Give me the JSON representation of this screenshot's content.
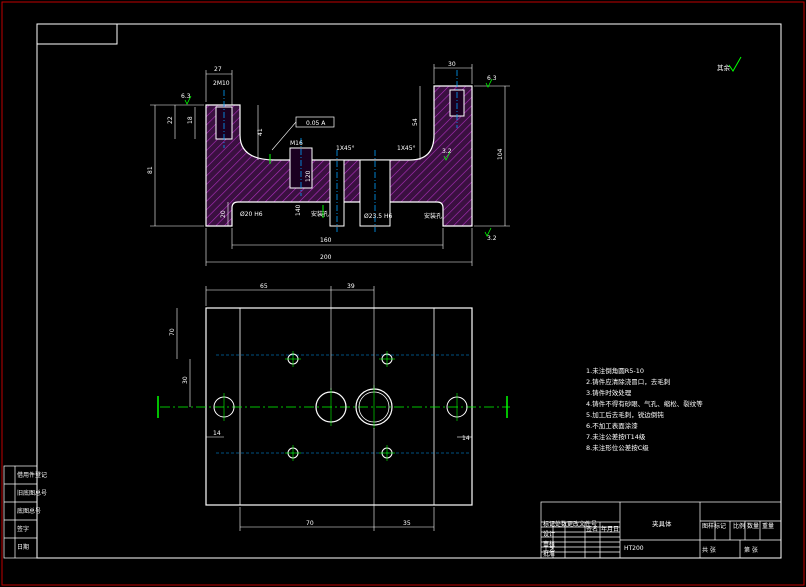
{
  "colors": {
    "background": "#000000",
    "outer_border": "#c00000",
    "outline": "#ffffff",
    "hatch": "#a020a0",
    "dimension": "#ffffff",
    "annotation": "#00ff00",
    "centerline": "#00a0ff",
    "hidden_line": "#ffff00"
  },
  "top_view": {
    "dims": {
      "d27": "27",
      "d30": "30",
      "d22": "22",
      "d18": "18",
      "d41": "41",
      "d81": "81",
      "d54": "54",
      "d104": "104",
      "d20": "20",
      "d160": "160",
      "d200": "200",
      "d140": "140",
      "d120": "120",
      "hole_small": "Ø20 H6",
      "hole_large": "Ø23.5 H6",
      "thread_left": "2M10",
      "thread_mid": "M16",
      "chamfer_a": "1X45°",
      "chamfer_b": "1X45°",
      "roughness_a": "6.3",
      "roughness_b": "6.3",
      "roughness_c": "3.2",
      "roughness_d": "3.2",
      "gdt": "0.05 A",
      "ann_left": "安装孔",
      "ann_right": "安装孔"
    }
  },
  "bottom_view": {
    "dims": {
      "d65": "65",
      "d39": "39",
      "d70": "70",
      "d35": "35",
      "d14a": "14",
      "d14b": "14",
      "d30v": "30",
      "d70v": "70"
    }
  },
  "roughness_note": "其余",
  "notes": [
    "1.未注倒角圆R5-10",
    "2.铸件应清除浇冒口，去毛刺",
    "3.铸件时效处理",
    "4.铸件不得有砂眼、气孔、缩松、裂纹等",
    "5.加工后去毛刺，锐边倒钝",
    "6.不加工表面涂漆",
    "7.未注公差按IT14级",
    "8.未注形位公差按C级"
  ],
  "title_block": {
    "part_name": "夹具体",
    "material": "HT200",
    "scale": "比例",
    "quantity": "数量",
    "weight": "重量",
    "sheet": "第 张",
    "cells": [
      "标记",
      "处数",
      "分区",
      "更改文件号",
      "签名",
      "年月日",
      "设计",
      "审核",
      "工艺",
      "批准",
      "图样标记",
      "共 张"
    ]
  },
  "side_table": {
    "rows": [
      "借用件登记",
      "旧底图总号",
      "底图总号",
      "签字",
      "日期"
    ]
  }
}
